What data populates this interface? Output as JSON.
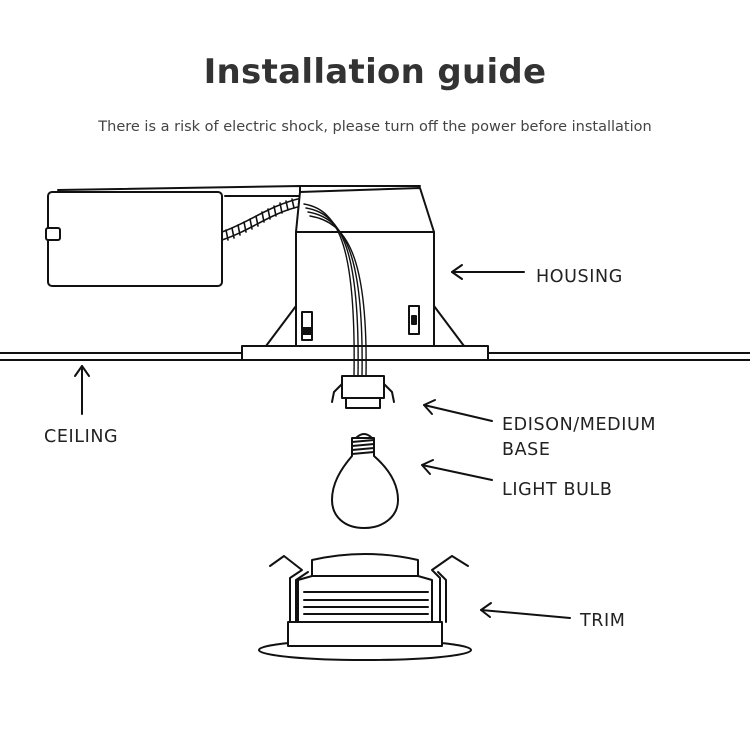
{
  "header": {
    "title": "Installation guide",
    "subtitle": "There is a risk of electric shock, please turn off the power before installation"
  },
  "labels": {
    "housing": "HOUSING",
    "ceiling": "CEILING",
    "base_line1": "EDISON/MEDIUM",
    "base_line2": "BASE",
    "light_bulb": "LIGHT BULB",
    "trim": "TRIM"
  },
  "colors": {
    "ink": "#111111",
    "text": "#222222"
  }
}
